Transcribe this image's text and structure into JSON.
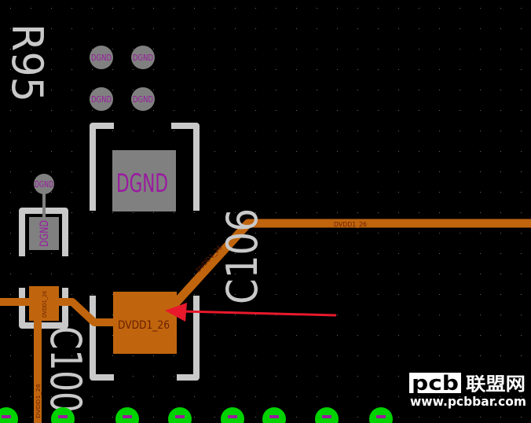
{
  "layout_view": {
    "background": "#000000",
    "colors": {
      "trace": "#c0650e",
      "pad": "#c0650e",
      "gnd_pad": "#808080",
      "silkscreen": "#c9c9c9",
      "net_text": "#9a1aa0",
      "net_text_dark": "#6a2000",
      "via": "#00d200",
      "arrow": "#e8192c",
      "grid_dot": "#6a6a6a"
    },
    "vias": [
      {
        "label": "DGND"
      },
      {
        "label": "DGND"
      },
      {
        "label": "DGND"
      },
      {
        "label": "DGND"
      },
      {
        "label": "DGND"
      }
    ],
    "pads": {
      "gnd_large_label": "DGND",
      "gnd_small_label": "DGND",
      "dvdd_large_label": "DVDD1_26",
      "dvdd_small_label": "DVDD1_26"
    },
    "traces": {
      "horizontal_label": "DVDD1_26",
      "diagonal_label": "DVDD1_26",
      "vertical_label": "DVDD1_26"
    },
    "silkscreen": {
      "c106": "C106",
      "r_partial": "R95",
      "c100_partial": "C100"
    },
    "watermark": {
      "logo": "pcb",
      "cn": "联盟网",
      "url": "www.pcbbar.com"
    }
  }
}
